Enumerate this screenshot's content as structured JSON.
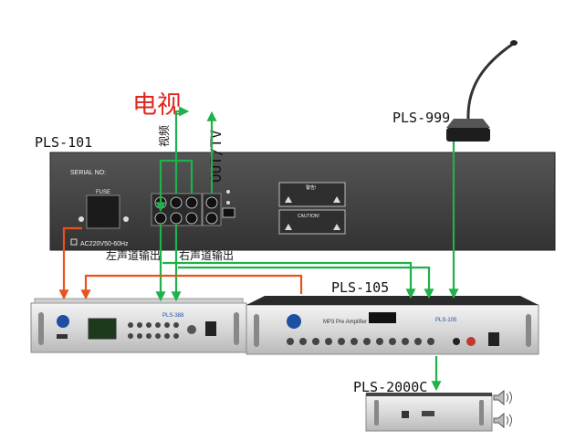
{
  "labels": {
    "tv": "电视",
    "video": "视频",
    "out_tv": "OUT/TV",
    "left_out": "左声道输出",
    "right_out": "右声道输出"
  },
  "devices": {
    "pls101": {
      "name": "PLS-101",
      "serial": "SERIAL NO:",
      "fuse": "FUSE",
      "power": "AC220V50-60Hz",
      "warning": "警告!",
      "caution": "CAUTION!"
    },
    "pls999": {
      "name": "PLS-999"
    },
    "pls105": {
      "name": "PLS-105",
      "panel_label": "PLS-105",
      "panel_text": "MP3 Pre Amplifier"
    },
    "pls388": {
      "panel_label": "PLS-388"
    },
    "pls2000c": {
      "name": "PLS-2000C"
    }
  },
  "colors": {
    "green": "#1fb14a",
    "orange": "#e8531d",
    "tv_red": "#e0261f",
    "panel_dark": "#3f3f3f"
  }
}
